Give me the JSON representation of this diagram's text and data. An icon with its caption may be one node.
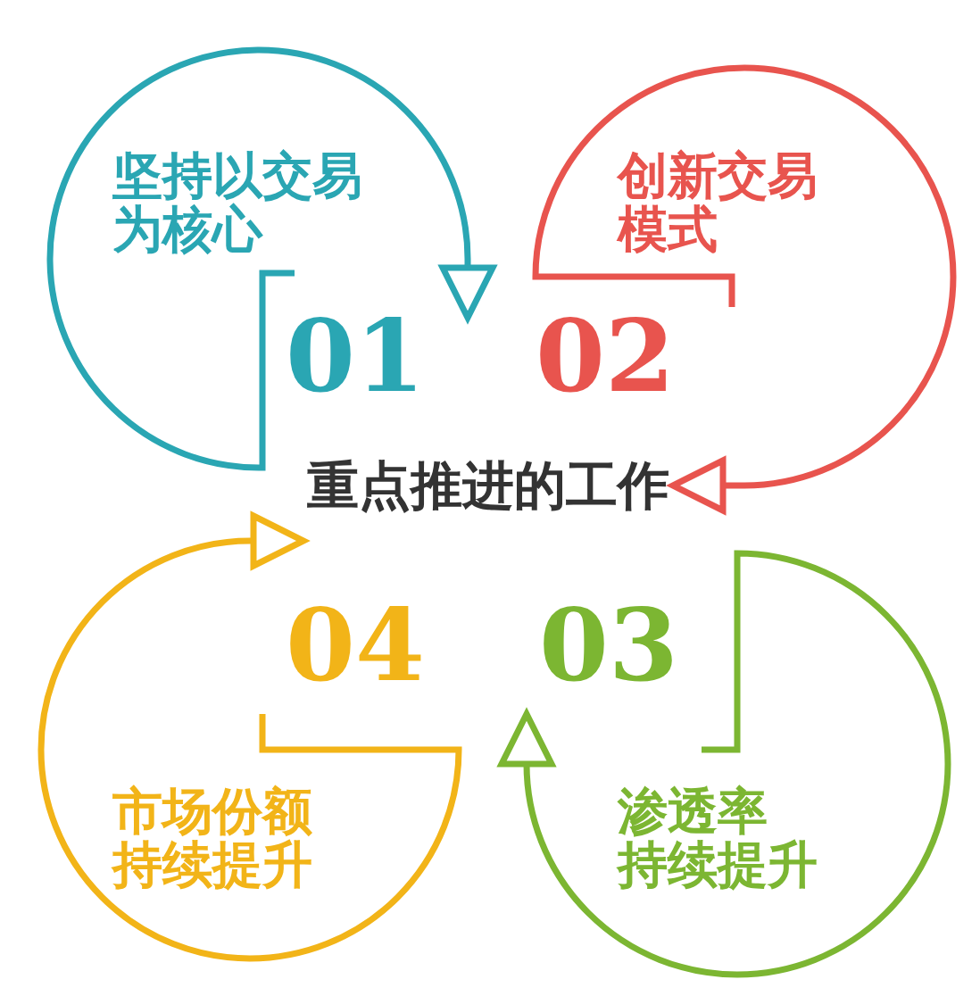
{
  "diagram": {
    "nodes": [
      {
        "text": [
          "重点推进的工作"
        ]
      },
      {
        "text": [
          "坚持以交易为核心"
        ]
      },
      {
        "text": [
          "创新交易模式"
        ]
      },
      {
        "text": [
          "渗透率",
          "持续提升"
        ]
      },
      {
        "text": [
          "市场份额持续提升"
        ]
      }
    ],
    "edges": [
      {
        "from": 1,
        "to": null,
        "arrow": "to",
        "color": "#2aa6b3"
      },
      {
        "from": 2,
        "to": 0,
        "arrow": "to",
        "color": "#e8544e"
      },
      {
        "from": 3,
        "to": null,
        "arrow": "to",
        "color": "#7cb632"
      },
      {
        "from": 4,
        "to": 0,
        "arrow": "to",
        "color": "#f2b418"
      }
    ],
    "labels": [
      "01",
      "02",
      "04",
      "03"
    ]
  }
}
